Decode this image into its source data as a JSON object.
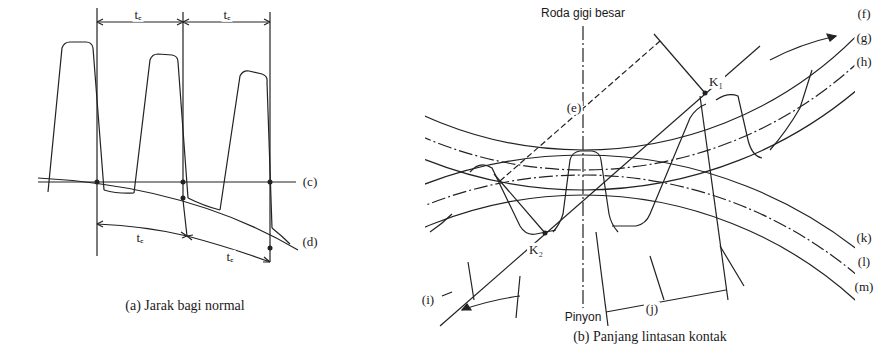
{
  "diagram": {
    "labels": [
      "tₑ",
      "tₑ",
      "(c)",
      "(d)",
      "tₑ",
      "tₑ",
      "(a) Jarak bagi normal",
      "Roda gigi besar",
      "(f)",
      "(g)",
      "(e)",
      "(h)",
      "K₁",
      "K₂",
      "(k)",
      "(l)",
      "(m)",
      "(i)",
      "(j)",
      "Pinyon",
      "(b) Panjang lintasan kontak"
    ]
  }
}
